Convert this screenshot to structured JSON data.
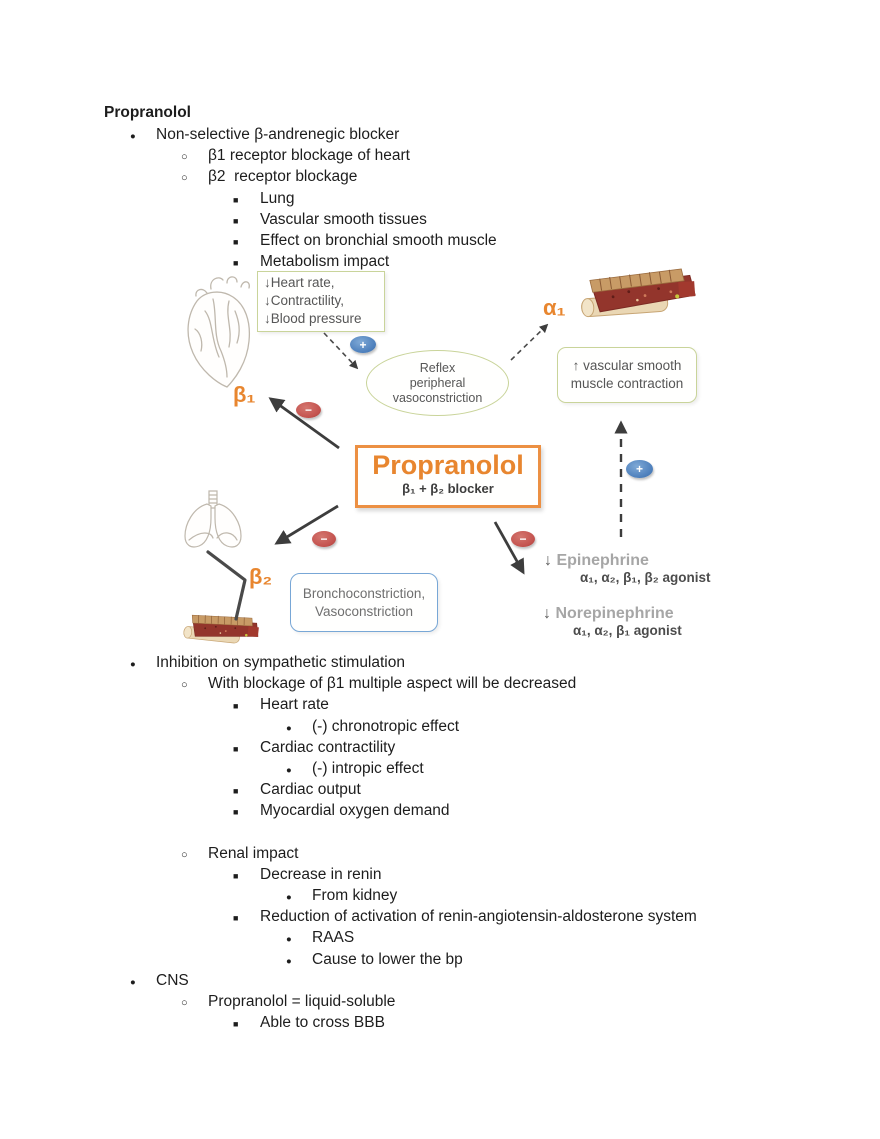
{
  "doc": {
    "title": "Propranolol",
    "pre_lines": [
      {
        "level": 1,
        "text": "Non-selective β-andrenegic blocker"
      },
      {
        "level": 2,
        "text": "β1 receptor blockage of heart"
      },
      {
        "level": 2,
        "text": "β2  receptor blockage"
      },
      {
        "level": 3,
        "text": "Lung"
      },
      {
        "level": 3,
        "text": "Vascular smooth tissues"
      },
      {
        "level": 3,
        "text": "Effect on bronchial smooth muscle"
      },
      {
        "level": 3,
        "text": "Metabolism impact"
      }
    ],
    "post_lines": [
      {
        "level": 1,
        "text": "Inhibition on sympathetic stimulation"
      },
      {
        "level": 2,
        "text": "With blockage of β1 multiple aspect will be decreased"
      },
      {
        "level": 3,
        "text": "Heart rate"
      },
      {
        "level": 4,
        "text": "(-) chronotropic effect"
      },
      {
        "level": 3,
        "text": "Cardiac contractility"
      },
      {
        "level": 4,
        "text": "(-) intropic effect"
      },
      {
        "level": 3,
        "text": "Cardiac output"
      },
      {
        "level": 3,
        "text": "Myocardial oxygen demand"
      },
      {
        "level": 0,
        "text": ""
      },
      {
        "level": 2,
        "text": "Renal impact"
      },
      {
        "level": 3,
        "text": "Decrease in renin"
      },
      {
        "level": 4,
        "text": "From kidney"
      },
      {
        "level": 3,
        "text": "Reduction of activation of renin-angiotensin-aldosterone system"
      },
      {
        "level": 4,
        "text": "RAAS"
      },
      {
        "level": 4,
        "text": "Cause to lower the bp"
      },
      {
        "level": 1,
        "text": "CNS"
      },
      {
        "level": 2,
        "text": "Propranolol = liquid-soluble"
      },
      {
        "level": 3,
        "text": "Able to cross BBB"
      }
    ]
  },
  "diagram": {
    "effects_box": "↓Heart rate,\n↓Contractility,\n↓Blood pressure",
    "reflex_ellipse": "Reflex\nperipheral\nvasoconstriction",
    "vascular_box": "↑ vascular smooth\nmuscle contraction",
    "broncho_box": "Bronchoconstriction,\nVasoconstriction",
    "propranolol_title": "Propranolol",
    "propranolol_sub": "β₁ + β₂ blocker",
    "alpha1": "α₁",
    "beta1": "β₁",
    "beta2": "β₂",
    "plus": "+",
    "minus": "−",
    "epinephrine_arrow": "↓ ",
    "epinephrine": "Epinephrine",
    "epinephrine_sub": "α₁, α₂, β₁, β₂ agonist",
    "norepinephrine_arrow": "↓ ",
    "norepinephrine": "Norepinephrine",
    "norepinephrine_sub": "α₁, α₂, β₁ agonist",
    "colors": {
      "orange": "#e8862f",
      "box_border_orange": "#ec9043",
      "olive": "#c9d49a",
      "blue_border": "#78a7d6",
      "badge_blue": "#4f81bd",
      "badge_red": "#c4534f"
    }
  }
}
